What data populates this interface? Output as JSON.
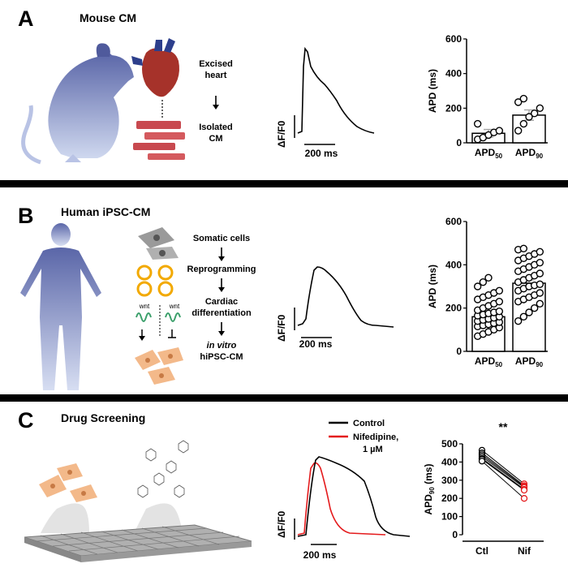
{
  "panels": [
    {
      "letter": "A",
      "title": "Mouse CM",
      "steps": [
        "Excised heart",
        "Isolated CM"
      ],
      "trace": {
        "ylabel": "ΔF/F0",
        "scale": "200 ms"
      },
      "chart": {
        "ylabel": "APD (ms)",
        "yticks": [
          "0",
          "200",
          "400",
          "600"
        ],
        "categories": [
          "APD50",
          "APD90"
        ]
      }
    },
    {
      "letter": "B",
      "title": "Human iPSC-CM",
      "steps": [
        "Somatic cells",
        "Reprogramming",
        "Cardiac differentiation",
        "in vitro",
        "hiPSC-CM"
      ],
      "wnt": "wnt",
      "trace": {
        "ylabel": "ΔF/F0",
        "scale": "200 ms"
      },
      "chart": {
        "ylabel": "APD (ms)",
        "yticks": [
          "0",
          "200",
          "400",
          "600"
        ],
        "categories": [
          "APD50",
          "APD90"
        ]
      }
    },
    {
      "letter": "C",
      "title": "Drug Screening",
      "legend": [
        "Control",
        "Nifedipine,",
        "1 µM"
      ],
      "trace": {
        "ylabel": "ΔF/F0",
        "scale": "200 ms"
      },
      "chart": {
        "ylabel": "APD90 (ms)",
        "yticks": [
          "0",
          "100",
          "200",
          "300",
          "400",
          "500"
        ],
        "categories": [
          "Ctl",
          "Nif"
        ],
        "significance": "**"
      }
    }
  ],
  "colors": {
    "control": "#000000",
    "nifedipine": "#e41a1c",
    "body": "#8895c8",
    "heart": "#a6322a",
    "cell": "#f3b98a"
  },
  "chart_data": [
    {
      "type": "bar",
      "categories": [
        "APD50",
        "APD90"
      ],
      "values": [
        55,
        160
      ],
      "sem": [
        22,
        30
      ],
      "points": [
        [
          20,
          30,
          45,
          60,
          70,
          110
        ],
        [
          70,
          110,
          150,
          170,
          200,
          235,
          255
        ]
      ],
      "ylabel": "APD (ms)",
      "ylim": [
        0,
        600
      ]
    },
    {
      "type": "bar",
      "categories": [
        "APD50",
        "APD90"
      ],
      "values": [
        160,
        315
      ],
      "sem": [
        15,
        15
      ],
      "points": [
        [
          70,
          80,
          90,
          100,
          110,
          115,
          120,
          125,
          130,
          135,
          140,
          145,
          150,
          155,
          160,
          165,
          170,
          175,
          180,
          185,
          190,
          200,
          210,
          220,
          230,
          240,
          250,
          260,
          270,
          280,
          300,
          320,
          340
        ],
        [
          140,
          160,
          180,
          200,
          220,
          230,
          240,
          250,
          260,
          270,
          280,
          290,
          300,
          305,
          310,
          320,
          330,
          340,
          350,
          360,
          370,
          380,
          390,
          400,
          410,
          420,
          430,
          440,
          450,
          460,
          470,
          475
        ]
      ],
      "ylabel": "APD (ms)",
      "ylim": [
        0,
        600
      ]
    },
    {
      "type": "scatter",
      "categories": [
        "Ctl",
        "Nif"
      ],
      "series": [
        {
          "name": "Ctl",
          "values": [
            465,
            450,
            440,
            430,
            420,
            415,
            405
          ]
        },
        {
          "name": "Nif",
          "values": [
            280,
            270,
            265,
            260,
            250,
            245,
            200
          ]
        }
      ],
      "ylabel": "APD90 (ms)",
      "ylim": [
        0,
        500
      ],
      "annotations": [
        "**"
      ]
    }
  ]
}
